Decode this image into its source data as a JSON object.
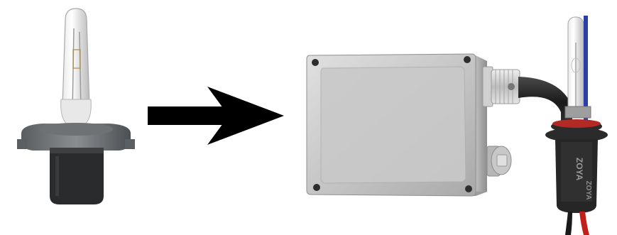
{
  "scene": {
    "description_items": [
      {
        "name": "halogen-bulb",
        "icon": "halogen-bulb-image"
      },
      {
        "name": "arrow",
        "icon": "right-arrow-icon"
      },
      {
        "name": "hid-ballast",
        "icon": "ballast-box-image"
      },
      {
        "name": "hid-bulb",
        "icon": "xenon-bulb-image"
      }
    ],
    "bulb_label": "ZOYA",
    "colors": {
      "background": "#ffffff",
      "arrow": "#000000",
      "ballast_metal": "#c8c8c8",
      "connector_dark": "#2b2b2b",
      "blue_stripe": "#2a3fa8",
      "wire_red": "#c0201c"
    }
  }
}
